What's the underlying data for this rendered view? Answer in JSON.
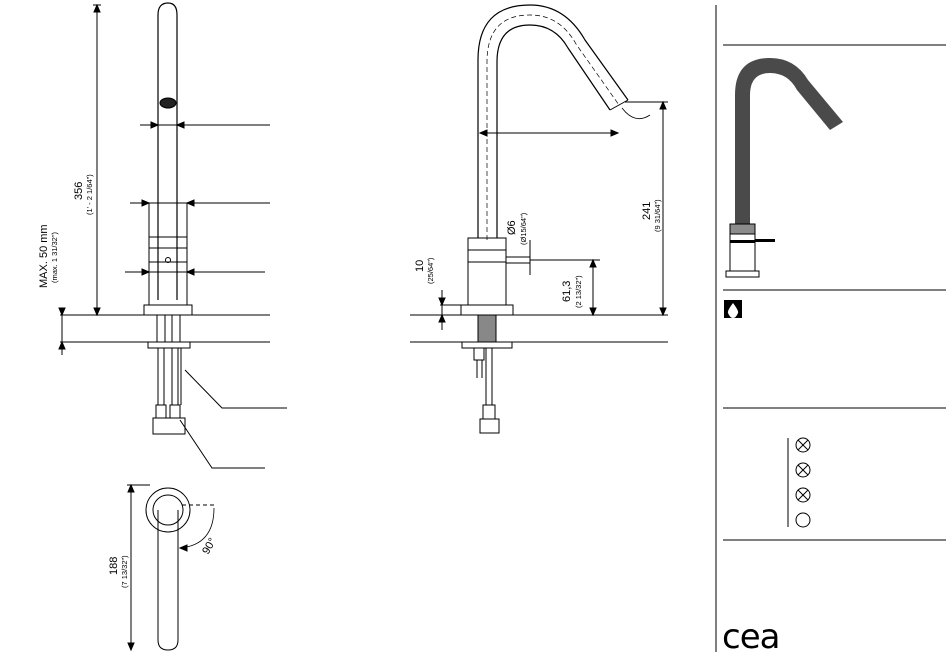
{
  "dimensions": {
    "height_total": {
      "value": "356",
      "imperial": "(1' - 2 1/64\")"
    },
    "deck_thickness": {
      "value": "MAX. 50 mm",
      "imperial": "(max. 1 31/32\")"
    },
    "spout_reach": {
      "value": "241",
      "imperial": "(9 31/64\")"
    },
    "outlet_diameter": {
      "value": "Ø6",
      "imperial": "(Ø15/64\")"
    },
    "base_height": {
      "value": "10",
      "imperial": "(25/64\")"
    },
    "lever_height": {
      "value": "61,3",
      "imperial": "(2 13/32\")"
    },
    "plan_length": {
      "value": "188",
      "imperial": "(7 13/32\")"
    },
    "rotation_angle": "90°"
  },
  "panel": {
    "water_icon": "water-drop-icon",
    "flow_symbols": [
      "crossed-circle-icon",
      "crossed-circle-icon",
      "crossed-circle-icon",
      "open-circle-icon"
    ],
    "logo_text": "cea"
  },
  "colors": {
    "line": "#000000",
    "fill_dark": "#4a4a4a",
    "fill_mid": "#8c8c8c",
    "panel_bg": "#ffffff"
  }
}
